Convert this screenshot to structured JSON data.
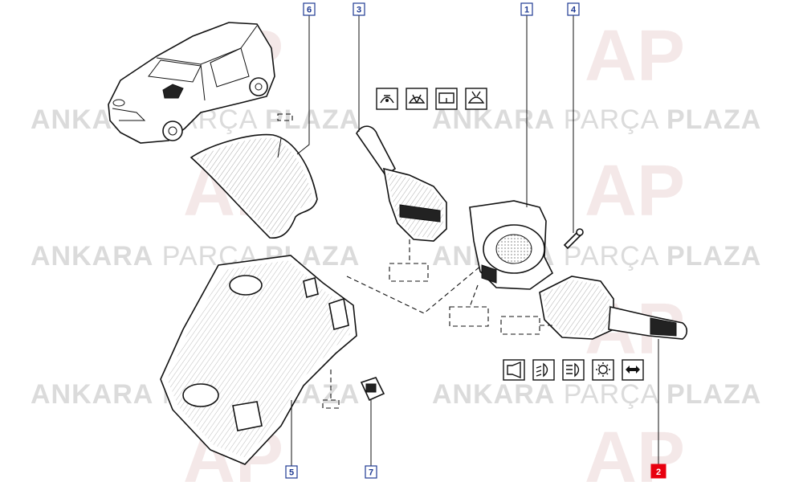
{
  "watermark": {
    "strong": "ANKARA",
    "light": "PARÇA",
    "strong2": "PLAZA",
    "logo_letters": "AP",
    "text_color": "#d0d0d0",
    "logo_color": "#e8d8d8"
  },
  "callouts": [
    {
      "id": "6",
      "highlight": false
    },
    {
      "id": "3",
      "highlight": false
    },
    {
      "id": "1",
      "highlight": false
    },
    {
      "id": "4",
      "highlight": false
    },
    {
      "id": "5",
      "highlight": false
    },
    {
      "id": "7",
      "highlight": false
    },
    {
      "id": "2",
      "highlight": true
    }
  ],
  "colors": {
    "line": "#111111",
    "highlight_fill": "#e8000f",
    "highlight_text": "#ffffff",
    "callout_border": "#1f3a93"
  },
  "wiper_icons": [
    "wiper-intermittent-icon",
    "front-wiper-icon",
    "rear-wiper-icon",
    "washer-icon"
  ],
  "light_icons": [
    "horn-icon",
    "low-beam-icon",
    "high-beam-icon",
    "side-light-icon",
    "turn-signal-icon"
  ]
}
